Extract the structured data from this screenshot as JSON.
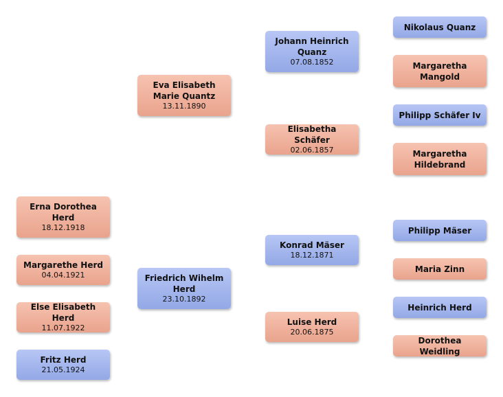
{
  "people": {
    "nikolaus": {
      "name": "Nikolaus Quanz",
      "date": ""
    },
    "margaretha_mangold": {
      "name": "Margaretha Mangold",
      "date": ""
    },
    "philipp_schaefer": {
      "name": "Philipp Schäfer Iv",
      "date": ""
    },
    "margaretha_hildebrand": {
      "name": "Margaretha Hildebrand",
      "date": ""
    },
    "johann_heinrich": {
      "name": "Johann Heinrich Quanz",
      "date": "07.08.1852"
    },
    "elisabetha_schaefer": {
      "name": "Elisabetha Schäfer",
      "date": "02.06.1857"
    },
    "eva_elisabeth": {
      "name": "Eva Elisabeth Marie Quantz",
      "date": "13.11.1890"
    },
    "philipp_maeser": {
      "name": "Philipp Mäser",
      "date": ""
    },
    "maria_zinn": {
      "name": "Maria Zinn",
      "date": ""
    },
    "heinrich_herd": {
      "name": "Heinrich Herd",
      "date": ""
    },
    "dorothea_weidling": {
      "name": "Dorothea Weidling",
      "date": ""
    },
    "konrad_maeser": {
      "name": "Konrad Mäser",
      "date": "18.12.1871"
    },
    "luise_herd": {
      "name": "Luise Herd",
      "date": "20.06.1875"
    },
    "friedrich_wihelm": {
      "name": "Friedrich Wihelm Herd",
      "date": "23.10.1892"
    },
    "erna_dorothea": {
      "name": "Erna Dorothea Herd",
      "date": "18.12.1918"
    },
    "margarethe_herd": {
      "name": "Margarethe Herd",
      "date": "04.04.1921"
    },
    "else_elisabeth": {
      "name": "Else Elisabeth Herd",
      "date": "11.07.1922"
    },
    "fritz_herd": {
      "name": "Fritz Herd",
      "date": "21.05.1924"
    }
  }
}
